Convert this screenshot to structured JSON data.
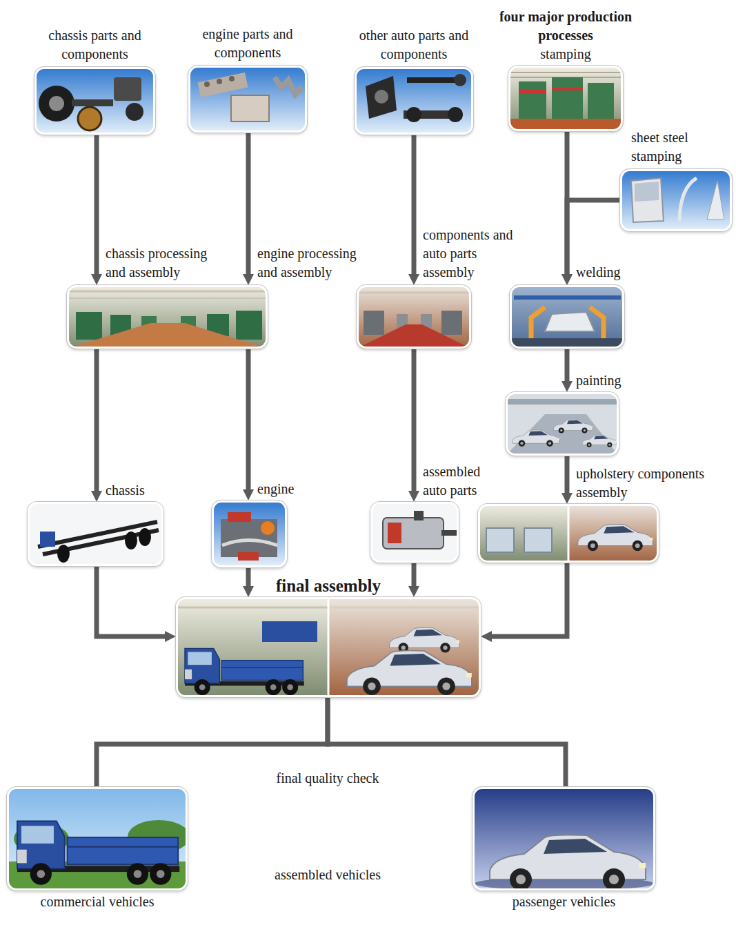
{
  "diagram": {
    "nodes": [
      {
        "text": [
          "chassis parts and components"
        ]
      },
      {
        "text": [
          "engine parts and components"
        ]
      },
      {
        "text": [
          "other auto parts and components"
        ]
      },
      {
        "text": [
          "four major production processes",
          "stamping"
        ]
      },
      {
        "text": [
          "sheet steel stamping"
        ]
      },
      {
        "text": [
          "chassis processing and assembly",
          "engine processing and assembly"
        ]
      },
      {
        "text": [
          "components and auto parts assembly"
        ]
      },
      {
        "text": [
          "welding"
        ]
      },
      {
        "text": [
          "painting"
        ]
      },
      {
        "text": [
          "chassis"
        ]
      },
      {
        "text": [
          "engine"
        ]
      },
      {
        "text": [
          "assembled auto parts"
        ]
      },
      {
        "text": [
          "upholstery components assembly"
        ]
      },
      {
        "text": [
          "final assembly"
        ]
      },
      {
        "text": [
          "commercial vehicles"
        ]
      },
      {
        "text": [
          "passenger vehicles"
        ]
      }
    ],
    "edges": [
      {
        "from": 0,
        "to": 5,
        "arrow": "to"
      },
      {
        "from": 1,
        "to": 5,
        "arrow": "to"
      },
      {
        "from": 2,
        "to": 6,
        "arrow": "to"
      },
      {
        "from": 3,
        "to": 7,
        "arrow": "to"
      },
      {
        "from": 4,
        "to": 7,
        "arrow": "to"
      },
      {
        "from": 5,
        "to": 9,
        "arrow": "to"
      },
      {
        "from": 5,
        "to": 10,
        "arrow": "to"
      },
      {
        "from": 6,
        "to": 11,
        "arrow": "to"
      },
      {
        "from": 7,
        "to": 8,
        "arrow": "to"
      },
      {
        "from": 8,
        "to": 12,
        "arrow": "to"
      },
      {
        "from": 9,
        "to": 13,
        "arrow": "to"
      },
      {
        "from": 10,
        "to": 13,
        "arrow": "to"
      },
      {
        "from": 11,
        "to": 13,
        "arrow": "to"
      },
      {
        "from": 12,
        "to": 13,
        "arrow": "to"
      },
      {
        "from": 13,
        "to": 14,
        "arrow": "none"
      },
      {
        "from": 13,
        "to": 15,
        "arrow": "none"
      }
    ],
    "labels": [
      "final quality check",
      "assembled vehicles"
    ]
  }
}
